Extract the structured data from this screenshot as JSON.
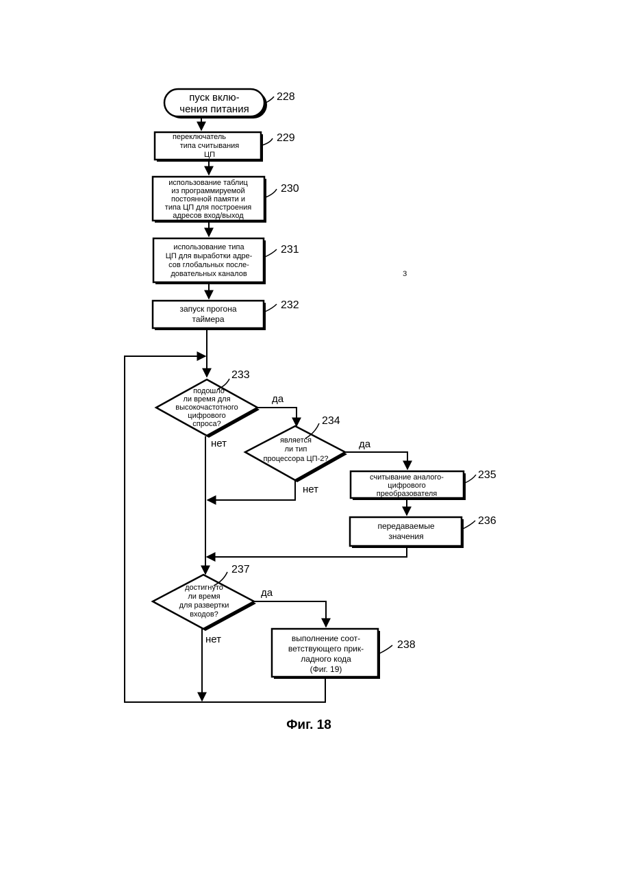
{
  "figure": {
    "caption": "Фиг. 18",
    "stray_mark": "з"
  },
  "nodes": {
    "n228": {
      "ref": "228",
      "lines": [
        "пуск вклю-",
        "чения питания"
      ]
    },
    "n229": {
      "ref": "229",
      "lines": [
        "переключатель",
        "типа считывания",
        "ЦП"
      ]
    },
    "n230": {
      "ref": "230",
      "lines": [
        "использование таблиц",
        "из программируемой",
        "постоянной памяти и",
        "типа ЦП для построения",
        "адресов вход/выход"
      ]
    },
    "n231": {
      "ref": "231",
      "lines": [
        "использование типа",
        "ЦП для выработки адре-",
        "сов глобальных после-",
        "довательных каналов"
      ]
    },
    "n232": {
      "ref": "232",
      "lines": [
        "запуск прогона",
        "таймера"
      ]
    },
    "n233": {
      "ref": "233",
      "lines": [
        "подошло",
        "ли время для",
        "высокочастотного",
        "цифрового",
        "спроса?"
      ]
    },
    "n234": {
      "ref": "234",
      "lines": [
        "является",
        "ли тип",
        "процессора ЦП-2?"
      ]
    },
    "n235": {
      "ref": "235",
      "lines": [
        "считывание аналого-",
        "цифрового",
        "преобразователя"
      ]
    },
    "n236": {
      "ref": "236",
      "lines": [
        "передаваемые",
        "значения"
      ]
    },
    "n237": {
      "ref": "237",
      "lines": [
        "достигнуто",
        "ли время",
        "для развертки",
        "входов?"
      ]
    },
    "n238": {
      "ref": "238",
      "lines": [
        "выполнение соот-",
        "ветствующего прик-",
        "ладного кода",
        "(Фиг. 19)"
      ]
    }
  },
  "branches": {
    "yes233": "да",
    "no233": "нет",
    "yes234": "да",
    "no234": "нет",
    "yes237": "да",
    "no237": "нет"
  }
}
